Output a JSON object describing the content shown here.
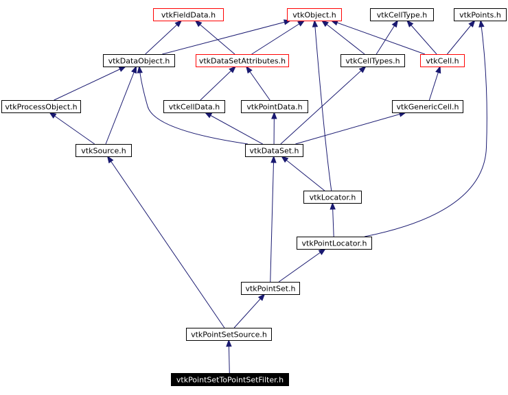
{
  "diagram": {
    "nodes": [
      {
        "id": "vtkFieldData",
        "label": "vtkFieldData.h",
        "style": "red"
      },
      {
        "id": "vtkObject",
        "label": "vtkObject.h",
        "style": "red"
      },
      {
        "id": "vtkCellType",
        "label": "vtkCellType.h",
        "style": "normal"
      },
      {
        "id": "vtkPoints",
        "label": "vtkPoints.h",
        "style": "normal"
      },
      {
        "id": "vtkDataObject",
        "label": "vtkDataObject.h",
        "style": "normal"
      },
      {
        "id": "vtkDataSetAttributes",
        "label": "vtkDataSetAttributes.h",
        "style": "red"
      },
      {
        "id": "vtkCellTypes",
        "label": "vtkCellTypes.h",
        "style": "normal"
      },
      {
        "id": "vtkCell",
        "label": "vtkCell.h",
        "style": "red"
      },
      {
        "id": "vtkProcessObject",
        "label": "vtkProcessObject.h",
        "style": "normal"
      },
      {
        "id": "vtkCellData",
        "label": "vtkCellData.h",
        "style": "normal"
      },
      {
        "id": "vtkPointData",
        "label": "vtkPointData.h",
        "style": "normal"
      },
      {
        "id": "vtkGenericCell",
        "label": "vtkGenericCell.h",
        "style": "normal"
      },
      {
        "id": "vtkSource",
        "label": "vtkSource.h",
        "style": "normal"
      },
      {
        "id": "vtkDataSet",
        "label": "vtkDataSet.h",
        "style": "normal"
      },
      {
        "id": "vtkLocator",
        "label": "vtkLocator.h",
        "style": "normal"
      },
      {
        "id": "vtkPointLocator",
        "label": "vtkPointLocator.h",
        "style": "normal"
      },
      {
        "id": "vtkPointSet",
        "label": "vtkPointSet.h",
        "style": "normal"
      },
      {
        "id": "vtkPointSetSource",
        "label": "vtkPointSetSource.h",
        "style": "normal"
      },
      {
        "id": "vtkPointSetToPointSetFilter",
        "label": "vtkPointSetToPointSetFilter.h",
        "style": "current"
      }
    ],
    "edges": [
      {
        "from": "vtkDataObject",
        "to": "vtkFieldData"
      },
      {
        "from": "vtkDataObject",
        "to": "vtkObject"
      },
      {
        "from": "vtkDataSetAttributes",
        "to": "vtkFieldData"
      },
      {
        "from": "vtkDataSetAttributes",
        "to": "vtkObject"
      },
      {
        "from": "vtkCellTypes",
        "to": "vtkObject"
      },
      {
        "from": "vtkCellTypes",
        "to": "vtkCellType"
      },
      {
        "from": "vtkCell",
        "to": "vtkObject"
      },
      {
        "from": "vtkCell",
        "to": "vtkCellType"
      },
      {
        "from": "vtkCell",
        "to": "vtkPoints"
      },
      {
        "from": "vtkProcessObject",
        "to": "vtkDataObject"
      },
      {
        "from": "vtkCellData",
        "to": "vtkDataSetAttributes"
      },
      {
        "from": "vtkPointData",
        "to": "vtkDataSetAttributes"
      },
      {
        "from": "vtkGenericCell",
        "to": "vtkCell"
      },
      {
        "from": "vtkSource",
        "to": "vtkProcessObject"
      },
      {
        "from": "vtkSource",
        "to": "vtkDataObject"
      },
      {
        "from": "vtkDataSet",
        "to": "vtkDataObject"
      },
      {
        "from": "vtkDataSet",
        "to": "vtkCellData"
      },
      {
        "from": "vtkDataSet",
        "to": "vtkPointData"
      },
      {
        "from": "vtkDataSet",
        "to": "vtkCellTypes"
      },
      {
        "from": "vtkDataSet",
        "to": "vtkGenericCell"
      },
      {
        "from": "vtkLocator",
        "to": "vtkObject"
      },
      {
        "from": "vtkLocator",
        "to": "vtkDataSet"
      },
      {
        "from": "vtkPointLocator",
        "to": "vtkLocator"
      },
      {
        "from": "vtkPointLocator",
        "to": "vtkPoints"
      },
      {
        "from": "vtkPointSet",
        "to": "vtkDataSet"
      },
      {
        "from": "vtkPointSet",
        "to": "vtkPointLocator"
      },
      {
        "from": "vtkPointSetSource",
        "to": "vtkSource"
      },
      {
        "from": "vtkPointSetSource",
        "to": "vtkPointSet"
      },
      {
        "from": "vtkPointSetToPointSetFilter",
        "to": "vtkPointSetSource"
      }
    ],
    "colors": {
      "edge": "#191970",
      "node_border": "#000000",
      "highlight_border": "#ff0000",
      "current_fill": "#000000",
      "current_text": "#ffffff"
    }
  }
}
